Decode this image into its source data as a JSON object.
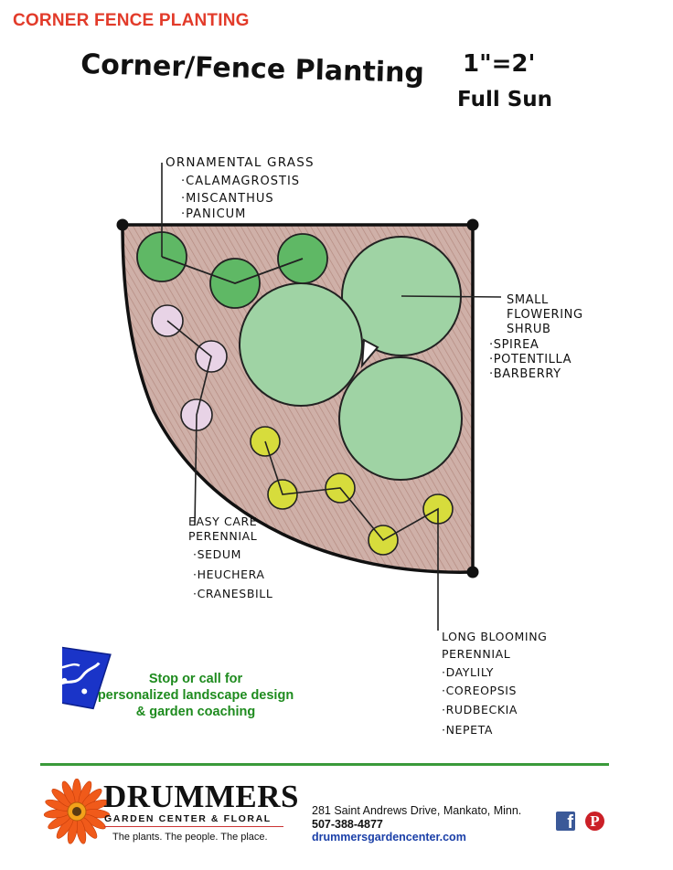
{
  "header": {
    "title": "CORNER FENCE PLANTING"
  },
  "drawing": {
    "title": "Corner/Fence Planting",
    "scale": "1\"=2'",
    "sun": "Full Sun",
    "groups": [
      {
        "heading": "ORNAMENTAL GRASS",
        "items": [
          "·CALAMAGROSTIS",
          "·MISCANTHUS",
          "·PANICUM"
        ]
      },
      {
        "heading_lines": [
          "SMALL",
          "FLOWERING",
          "SHRUB"
        ],
        "items": [
          "·SPIREA",
          "·POTENTILLA",
          "·BARBERRY"
        ]
      },
      {
        "heading_lines": [
          "EASY CARE",
          "PERENNIAL"
        ],
        "items": [
          "·SEDUM",
          "·HEUCHERA",
          "·CRANESBILL"
        ]
      },
      {
        "heading_lines": [
          "LONG BLOOMING",
          "PERENNIAL"
        ],
        "items": [
          "·DAYLILY",
          "·COREOPSIS",
          "·RUDBECKIA",
          "·NEPETA"
        ]
      }
    ],
    "colors": {
      "bed": "#c9a8a0",
      "grass": "#5fb865",
      "shrub": "#9fd3a4",
      "easy_care": "#e8d3e6",
      "long_blooming": "#d7dc3c"
    }
  },
  "promo": {
    "lines": [
      "Stop or call for",
      "personalized landscape design",
      "& garden coaching"
    ]
  },
  "footer": {
    "brand": "DRUMMERS",
    "brand_sub": "GARDEN CENTER & FLORAL",
    "tagline": "The plants. The people. The place.",
    "address": "281 Saint Andrews Drive, Mankato, Minn.",
    "phone": "507-388-4877",
    "website": "drummersgardencenter.com",
    "social": {
      "facebook_icon": "f",
      "pinterest_icon": "P"
    }
  }
}
